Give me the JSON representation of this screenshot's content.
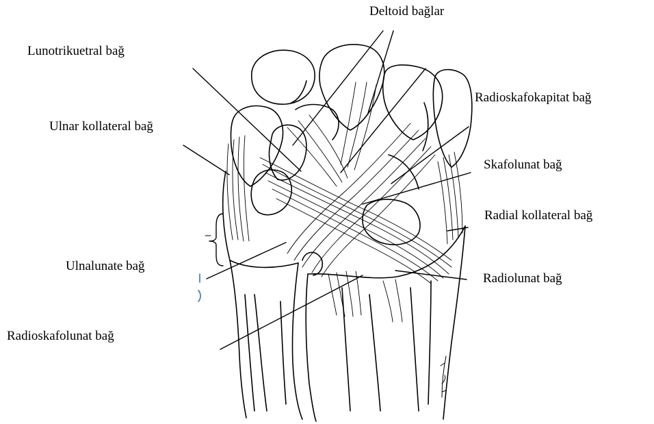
{
  "labels": {
    "deltoid": "Deltoid bağlar",
    "lunotrikuetral": "Lunotrikuetral bağ",
    "radioskafokapitat": "Radioskafokapitat  bağ",
    "ulnar_kollateral": "Ulnar kollateral bağ",
    "skafolunat": "Skafolunat bağ",
    "radial_kollateral": "Radial kollateral bağ",
    "ulnalunate": "Ulnalunate bağ",
    "radiolunat": "Radiolunat bağ",
    "radioskafolunat": "Radioskafolunat bağ"
  },
  "colors": {
    "ink": "#000000",
    "background": "#ffffff",
    "accent_fragment": "#3a6fb0"
  }
}
